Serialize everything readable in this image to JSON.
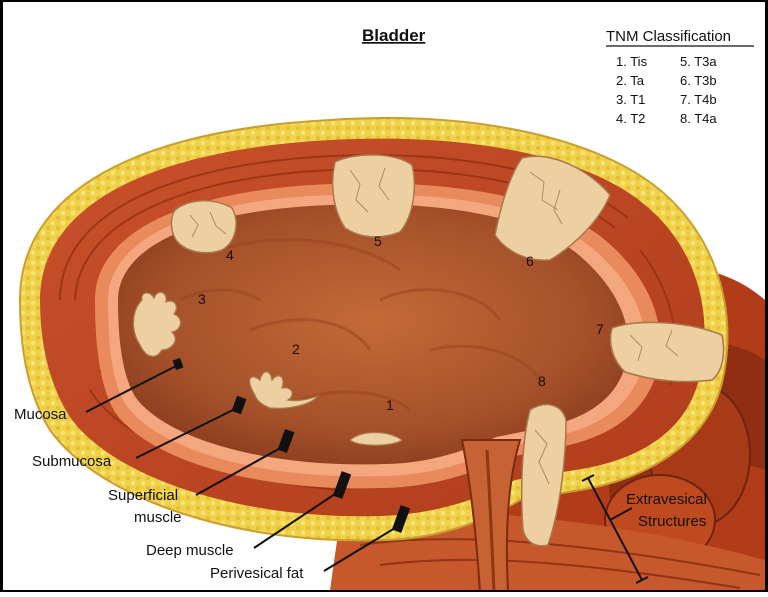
{
  "title": "Bladder",
  "tnm": {
    "heading": "TNM Classification",
    "items": [
      "1. Tis",
      "2. Ta",
      "3. T1",
      "4. T2",
      "5. T3a",
      "6. T3b",
      "7. T4b",
      "8. T4a"
    ]
  },
  "markers": [
    "1",
    "2",
    "3",
    "4",
    "5",
    "6",
    "7",
    "8"
  ],
  "labels": {
    "mucosa": "Mucosa",
    "submucosa": "Submucosa",
    "superficial_muscle_1": "Superficial",
    "superficial_muscle_2": "muscle",
    "deep_muscle": "Deep muscle",
    "perivesical_fat": "Perivesical fat",
    "extravesical_1": "Extravesical",
    "extravesical_2": "Structures"
  },
  "colors": {
    "fat": "#f0d24a",
    "wall_outer": "#c2441f",
    "wall_mid": "#e2764a",
    "mucosa": "#f1a07a",
    "lumen": "#b45a2c",
    "tumor": "#ecd0a2",
    "extravesical": "#b93f1b"
  }
}
